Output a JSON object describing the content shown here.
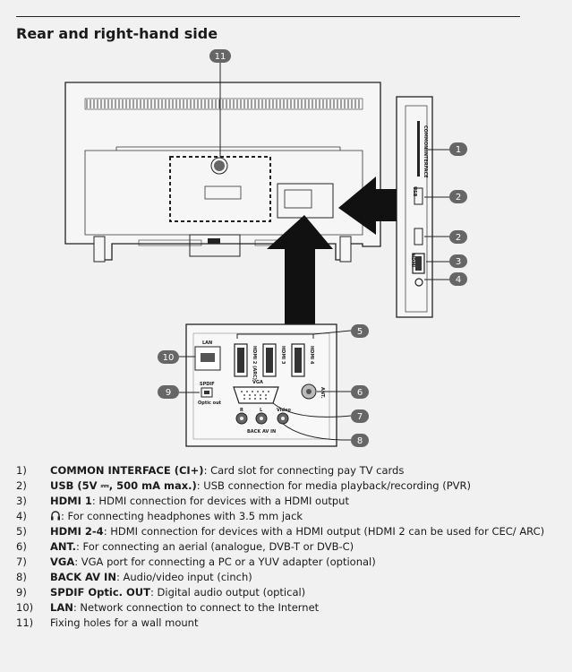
{
  "title": "Rear and right-hand side",
  "badges": [
    "1",
    "2",
    "2",
    "3",
    "4",
    "5",
    "6",
    "7",
    "8",
    "9",
    "10",
    "11"
  ],
  "panel": {
    "lan": "LAN",
    "hdmi2": "HDMI 2 (ARC)",
    "hdmi3": "HDMI 3",
    "hdmi4": "HDMI 4",
    "vga": "VGA",
    "spdif": "SPDIF",
    "optic": "Optic out",
    "ant": "ANT.",
    "r": "R",
    "l": "L",
    "video": "Video",
    "backav": "BACK AV IN"
  },
  "side": {
    "ci": "COMMON INTERFACE",
    "usb": "USB",
    "hdmi": "HDMI"
  },
  "legend": [
    {
      "num": "1)",
      "term": "COMMON INTERFACE (CI+)",
      "desc": ": Card slot for connecting pay TV cards"
    },
    {
      "num": "2)",
      "term": "USB (5V ⎓, 500 mA max.)",
      "desc": ": USB connection for media playback/recording (PVR)"
    },
    {
      "num": "3)",
      "term": "HDMI 1",
      "desc": ": HDMI connection for devices with a HDMI output"
    },
    {
      "num": "4)",
      "term": "",
      "desc": ": For connecting headphones with 3.5 mm jack"
    },
    {
      "num": "5)",
      "term": "HDMI 2-4",
      "desc": ": HDMI connection for devices with a HDMI output (HDMI 2 can be used for CEC/ ARC)"
    },
    {
      "num": "6)",
      "term": "ANT.",
      "desc": ": For connecting an aerial (analogue, DVB-T or DVB-C)"
    },
    {
      "num": "7)",
      "term": "VGA",
      "desc": ": VGA port for connecting a PC or a YUV adapter (optional)"
    },
    {
      "num": "8)",
      "term": "BACK AV IN",
      "desc": ": Audio/video input (cinch)"
    },
    {
      "num": "9)",
      "term": "SPDIF Optic. OUT",
      "desc": ": Digital audio output (optical)"
    },
    {
      "num": "10)",
      "term": "LAN",
      "desc": ": Network connection to connect to the Internet"
    },
    {
      "num": "11)",
      "term": "",
      "desc": "Fixing holes for a wall mount"
    }
  ]
}
